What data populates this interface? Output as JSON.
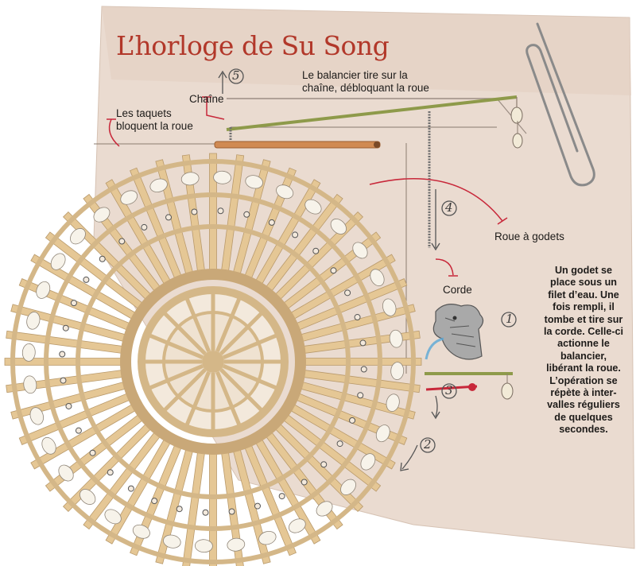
{
  "title": "L’horloge de Su Song",
  "labels": {
    "chaine": "Chaîne",
    "taquets": [
      "Les taquets",
      "bloquent la roue"
    ],
    "balancier": [
      "Le balancier tire sur la",
      "chaîne, débloquant la roue"
    ],
    "roue": "Roue à godets",
    "corde": "Corde"
  },
  "explanation": [
    "Un godet se",
    "place sous un",
    "filet d’eau. Une",
    "fois rempli, il",
    "tombe et tire sur",
    "la corde. Celle-ci",
    "actionne le",
    "balancier,",
    "libérant la roue.",
    "L’opération se",
    "répète à inter-",
    "valles réguliers",
    "de quelques",
    "secondes."
  ],
  "steps": [
    "1",
    "2",
    "3",
    "4",
    "5"
  ],
  "colors": {
    "title": "#b2382a",
    "paper": "#eadbd0",
    "wood": "#e5c795",
    "callout": "#c8283a",
    "text": "#1d1b19"
  }
}
